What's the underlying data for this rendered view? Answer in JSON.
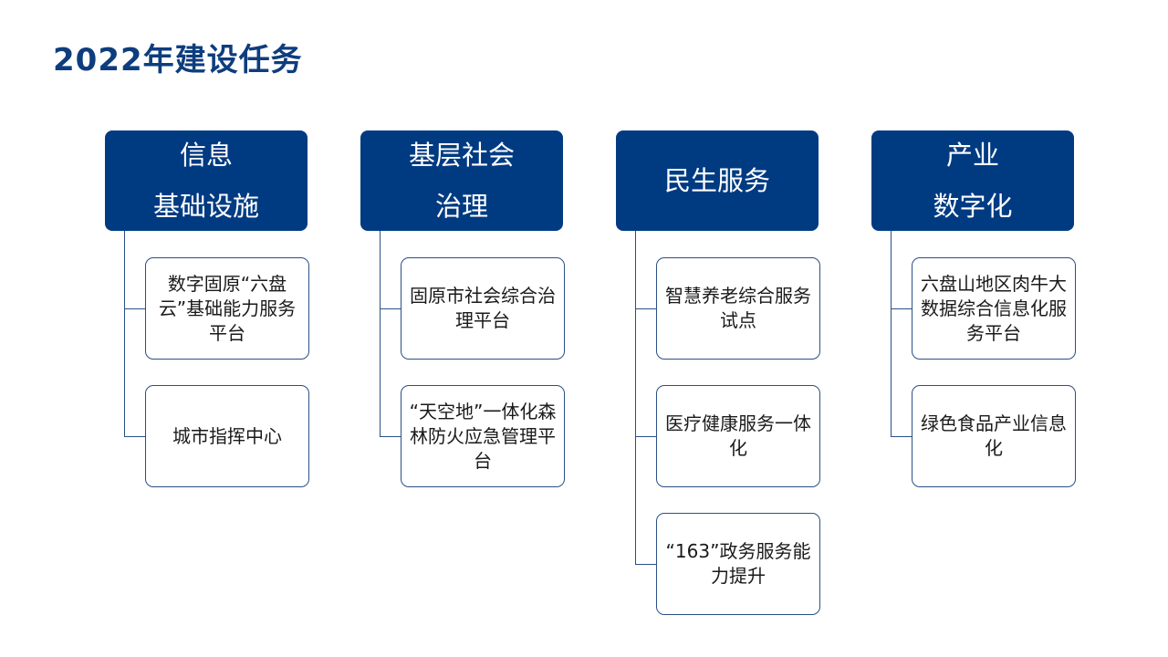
{
  "title": "2022年建设任务",
  "columns": [
    {
      "header": [
        "信息",
        "基础设施"
      ],
      "items": [
        "数字固原“六盘云”基础能力服务平台",
        "城市指挥中心"
      ]
    },
    {
      "header": [
        "基层社会",
        "治理"
      ],
      "items": [
        "固原市社会综合治理平台",
        "“天空地”一体化森林防火应急管理平台"
      ]
    },
    {
      "header": [
        "民生服务"
      ],
      "items": [
        "智慧养老综合服务试点",
        "医疗健康服务一体化",
        "“163”政务服务能力提升"
      ]
    },
    {
      "header": [
        "产业",
        "数字化"
      ],
      "items": [
        "六盘山地区肉牛大数据综合信息化服务平台",
        "绿色食品产业信息化"
      ]
    }
  ]
}
